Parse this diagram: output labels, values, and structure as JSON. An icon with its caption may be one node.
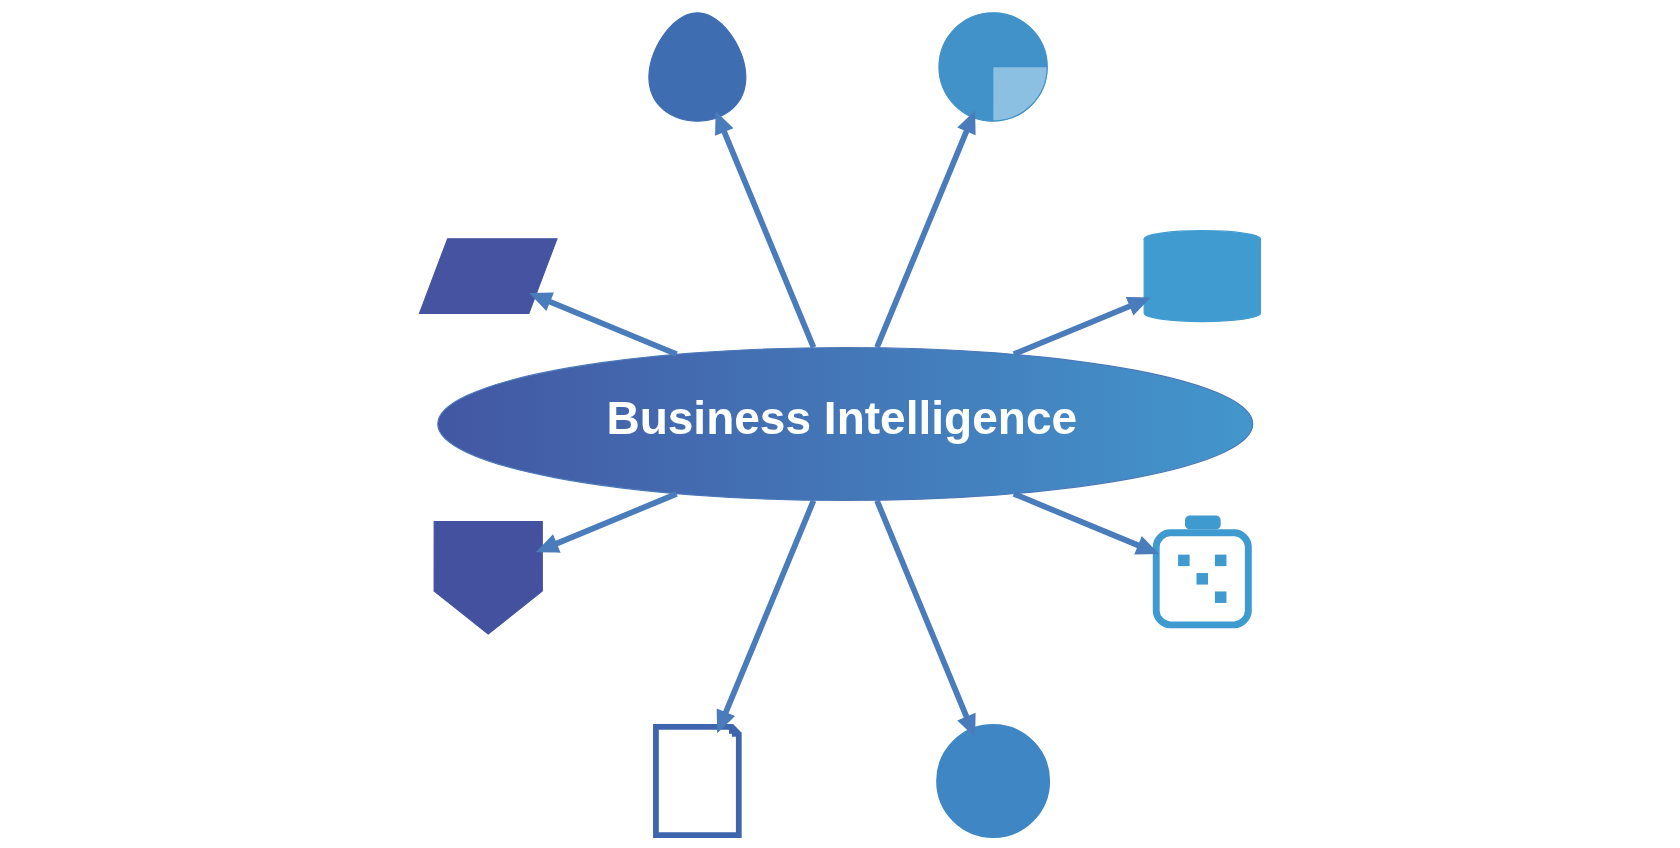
{
  "diagram": {
    "nodes": [
      {
        "text": [
          "Business Intelligence"
        ]
      },
      {
        "text": [],
        "shape": "picture"
      },
      {
        "text": [],
        "shape": "picture"
      },
      {
        "text": [],
        "shape": "picture"
      },
      {
        "text": [],
        "shape": "picture"
      },
      {
        "text": [],
        "shape": "picture"
      },
      {
        "text": [],
        "shape": "picture"
      },
      {
        "text": [],
        "shape": "picture"
      },
      {
        "text": [],
        "shape": "picture"
      }
    ],
    "edges": [
      {
        "from": 0,
        "to": 1,
        "arrow": "to"
      },
      {
        "from": 0,
        "to": 2,
        "arrow": "to"
      },
      {
        "from": 0,
        "to": 3,
        "arrow": "to"
      },
      {
        "from": 0,
        "to": 4,
        "arrow": "to"
      },
      {
        "from": 0,
        "to": 5,
        "arrow": "to"
      },
      {
        "from": 0,
        "to": 6,
        "arrow": "to"
      },
      {
        "from": 0,
        "to": 7,
        "arrow": "to"
      },
      {
        "from": 0,
        "to": 8,
        "arrow": "to"
      }
    ]
  }
}
